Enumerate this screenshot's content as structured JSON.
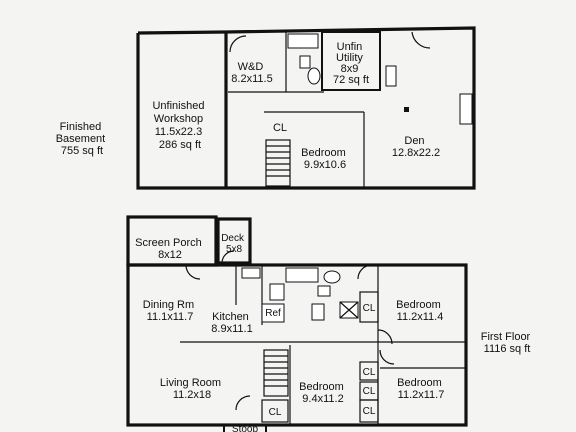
{
  "basement": {
    "summary": [
      "Finished",
      "Basement",
      "755 sq ft"
    ],
    "rooms": {
      "workshop": [
        "Unfinished",
        "Workshop",
        "11.5x22.3",
        "286 sq ft"
      ],
      "wd": [
        "W&D",
        "8.2x11.5"
      ],
      "utility": [
        "Unfin",
        "Utility",
        "8x9",
        "72 sq ft"
      ],
      "bedroom": [
        "Bedroom",
        "9.9x10.6"
      ],
      "den": [
        "Den",
        "12.8x22.2"
      ],
      "closet": "CL"
    }
  },
  "first_floor": {
    "summary": [
      "First Floor",
      "1116 sq ft"
    ],
    "rooms": {
      "screen_porch": [
        "Screen Porch",
        "8x12"
      ],
      "deck": [
        "Deck",
        "5x8"
      ],
      "dining": [
        "Dining Rm",
        "11.1x11.7"
      ],
      "kitchen": [
        "Kitchen",
        "8.9x11.1"
      ],
      "ref": "Ref",
      "bedroom_a": [
        "Bedroom",
        "11.2x11.4"
      ],
      "living": [
        "Living Room",
        "11.2x18"
      ],
      "bedroom_b": [
        "Bedroom",
        "9.4x11.2"
      ],
      "bedroom_c": [
        "Bedroom",
        "11.2x11.7"
      ],
      "stoop": "Stoop",
      "closets": [
        "CL",
        "CL",
        "CL",
        "CL",
        "CL"
      ]
    }
  }
}
